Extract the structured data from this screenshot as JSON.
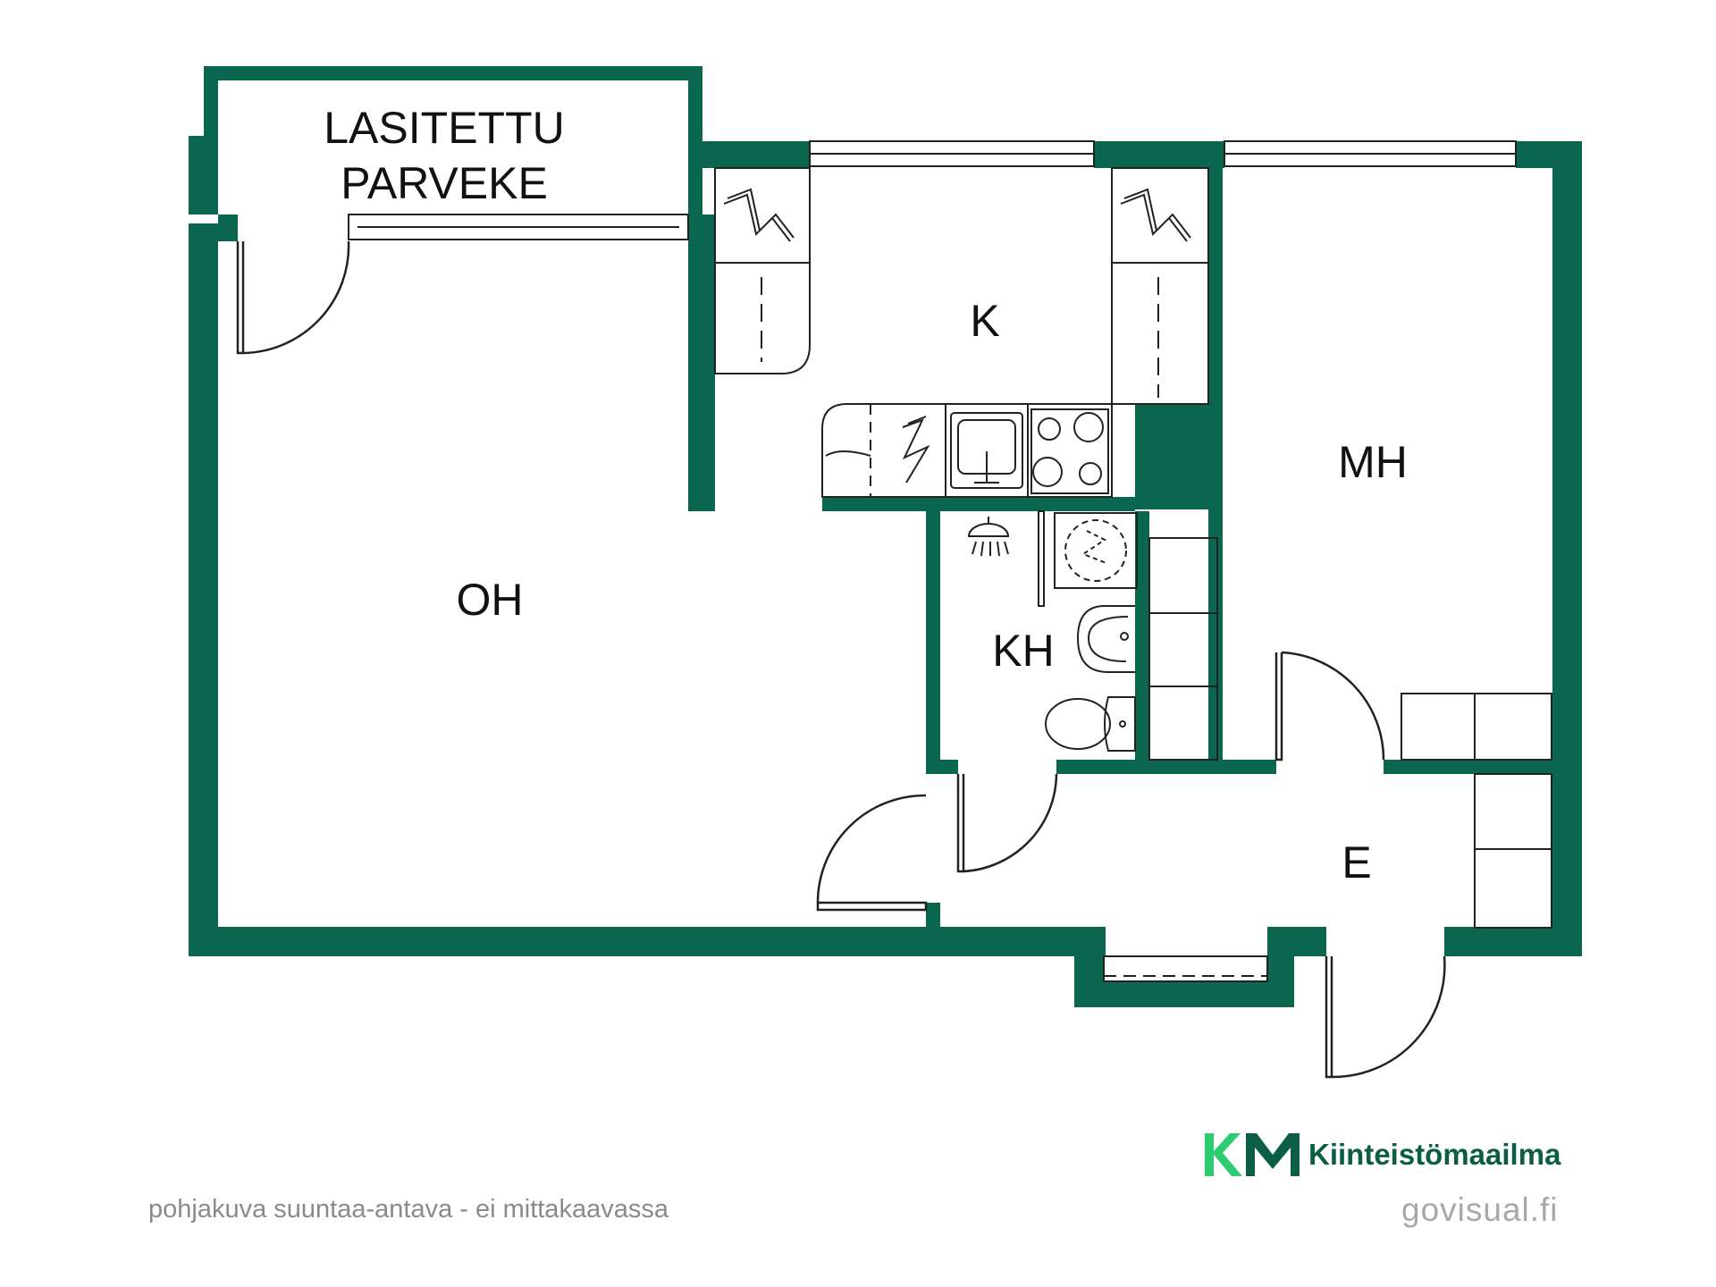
{
  "rooms": {
    "balcony_line1": "LASITETTU",
    "balcony_line2": "PARVEKE",
    "kitchen": "K",
    "bedroom": "MH",
    "living": "OH",
    "bathroom": "KH",
    "entrance": "E"
  },
  "footer": {
    "disclaimer": "pohjakuva suuntaa-antava - ei mittakaavassa",
    "credit": "govisual.fi"
  },
  "brand": {
    "name": "Kiinteistömaailma"
  },
  "colors": {
    "wall": "#0b6650",
    "fixture_line": "#222222",
    "brand_green": "#2ecc71",
    "brand_dark": "#0b5e45"
  },
  "icons": [
    "electric-appliance-icon",
    "sink-icon",
    "stove-icon",
    "shower-icon",
    "toilet-icon",
    "washbasin-icon",
    "washing-machine-icon"
  ]
}
